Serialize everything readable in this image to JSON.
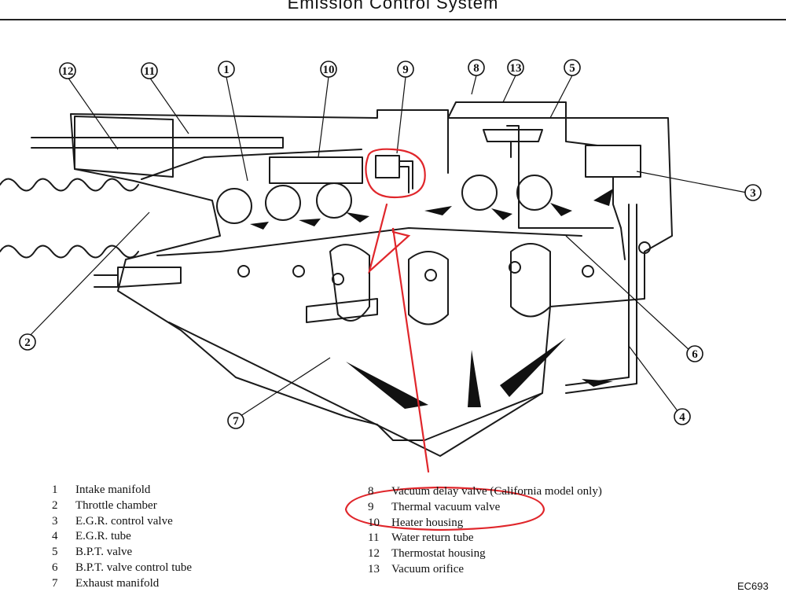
{
  "header": {
    "title": "Emission Control System"
  },
  "callouts": [
    "1",
    "2",
    "3",
    "4",
    "5",
    "6",
    "7",
    "8",
    "9",
    "10",
    "11",
    "12",
    "13"
  ],
  "legend": {
    "left": [
      {
        "num": "1",
        "label": "Intake manifold"
      },
      {
        "num": "2",
        "label": "Throttle chamber"
      },
      {
        "num": "3",
        "label": "E.G.R. control valve"
      },
      {
        "num": "4",
        "label": "E.G.R. tube"
      },
      {
        "num": "5",
        "label": "B.P.T. valve"
      },
      {
        "num": "6",
        "label": "B.P.T. valve control tube"
      },
      {
        "num": "7",
        "label": "Exhaust manifold"
      }
    ],
    "right": [
      {
        "num": "8",
        "label": "Vacuum delay valve (California model only)"
      },
      {
        "num": "9",
        "label": "Thermal vacuum valve"
      },
      {
        "num": "10",
        "label": "Heater housing"
      },
      {
        "num": "11",
        "label": "Water return tube"
      },
      {
        "num": "12",
        "label": "Thermostat housing"
      },
      {
        "num": "13",
        "label": "Vacuum orifice"
      }
    ]
  },
  "figure_code": "EC693",
  "annotation_color": "#e0262b"
}
